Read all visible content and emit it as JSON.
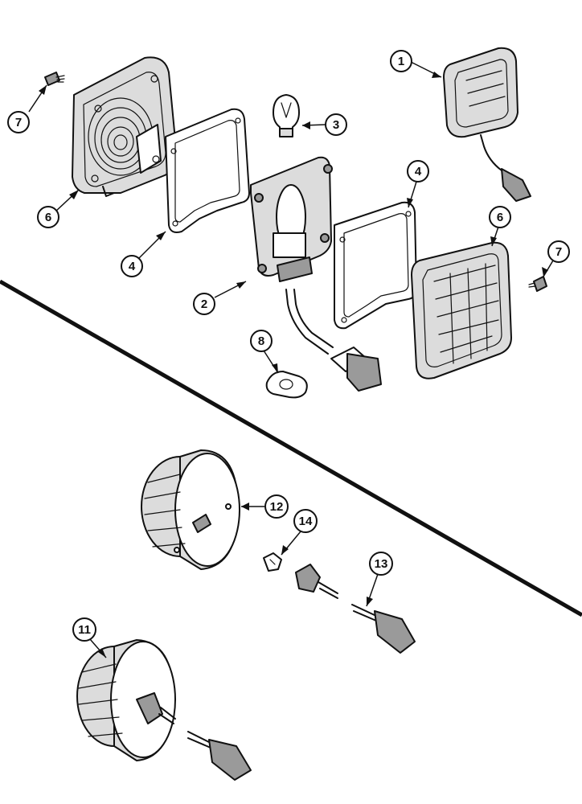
{
  "callouts": [
    {
      "label": "1"
    },
    {
      "label": "2"
    },
    {
      "label": "3"
    },
    {
      "label": "4"
    },
    {
      "label": "4"
    },
    {
      "label": "6"
    },
    {
      "label": "6"
    },
    {
      "label": "7"
    },
    {
      "label": "7"
    },
    {
      "label": "8"
    },
    {
      "label": "11"
    },
    {
      "label": "12"
    },
    {
      "label": "13"
    },
    {
      "label": "14"
    }
  ]
}
